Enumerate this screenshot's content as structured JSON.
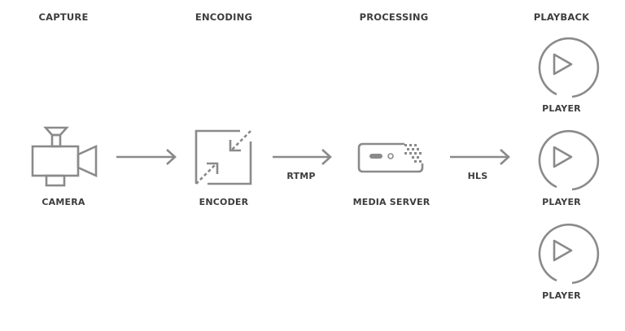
{
  "stages": [
    {
      "heading": "CAPTURE"
    },
    {
      "heading": "ENCODING"
    },
    {
      "heading": "PROCESSING"
    },
    {
      "heading": "PLAYBACK"
    }
  ],
  "nodes": {
    "camera": {
      "label": "CAMERA",
      "icon": "video-camera-icon"
    },
    "encoder": {
      "label": "ENCODER",
      "icon": "compress-arrows-icon"
    },
    "media_server": {
      "label": "MEDIA SERVER",
      "icon": "server-box-icon"
    },
    "players": [
      {
        "label": "PLAYER",
        "icon": "play-circle-icon"
      },
      {
        "label": "PLAYER",
        "icon": "play-circle-icon"
      },
      {
        "label": "PLAYER",
        "icon": "play-circle-icon"
      }
    ]
  },
  "edges": [
    {
      "from": "camera",
      "to": "encoder",
      "label": ""
    },
    {
      "from": "encoder",
      "to": "media_server",
      "label": "RTMP"
    },
    {
      "from": "media_server",
      "to": "players",
      "label": "HLS"
    }
  ],
  "colors": {
    "stroke": "#8a8a8a",
    "text": "#3d3d3d",
    "background": "#ffffff"
  }
}
